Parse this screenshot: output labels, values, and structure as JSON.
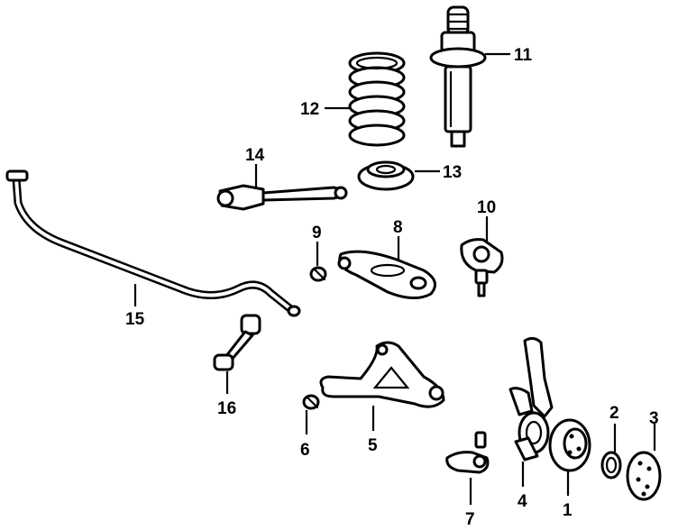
{
  "diagram": {
    "callouts": [
      {
        "id": "1",
        "label": "1"
      },
      {
        "id": "2",
        "label": "2"
      },
      {
        "id": "3",
        "label": "3"
      },
      {
        "id": "4",
        "label": "4"
      },
      {
        "id": "5",
        "label": "5"
      },
      {
        "id": "6",
        "label": "6"
      },
      {
        "id": "7",
        "label": "7"
      },
      {
        "id": "8",
        "label": "8"
      },
      {
        "id": "9",
        "label": "9"
      },
      {
        "id": "10",
        "label": "10"
      },
      {
        "id": "11",
        "label": "11"
      },
      {
        "id": "12",
        "label": "12"
      },
      {
        "id": "13",
        "label": "13"
      },
      {
        "id": "14",
        "label": "14"
      },
      {
        "id": "15",
        "label": "15"
      },
      {
        "id": "16",
        "label": "16"
      }
    ],
    "colors": {
      "ink": "#000000",
      "background": "#ffffff"
    }
  }
}
